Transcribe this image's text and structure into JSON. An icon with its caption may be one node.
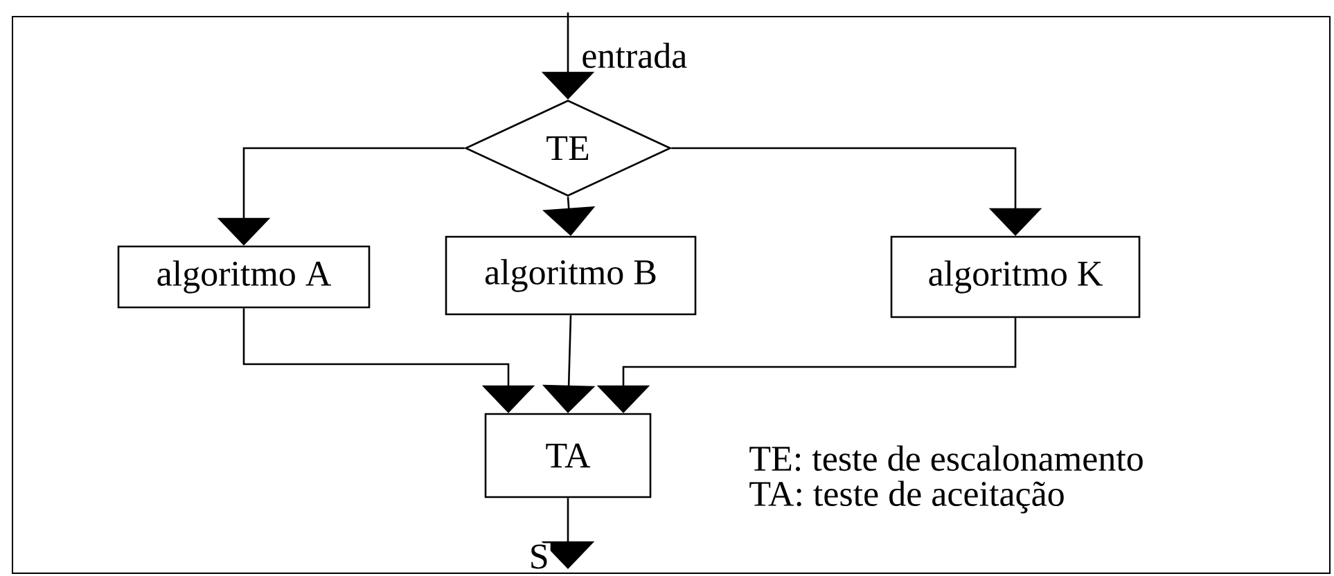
{
  "diagram": {
    "nodes": [
      {
        "text": [
          "TE"
        ]
      },
      {
        "text": [
          "algoritmo A"
        ]
      },
      {
        "text": [
          "algoritmo B"
        ]
      },
      {
        "text": [
          "algoritmo K"
        ]
      },
      {
        "text": [
          "TA"
        ]
      }
    ],
    "edges": [
      {
        "from": null,
        "to": 0,
        "arrow": "to",
        "label": "entrada"
      },
      {
        "from": 0,
        "to": 1,
        "arrow": "to"
      },
      {
        "from": 0,
        "to": 2,
        "arrow": "to"
      },
      {
        "from": 0,
        "to": 3,
        "arrow": "to"
      },
      {
        "from": 1,
        "to": 4,
        "arrow": "to"
      },
      {
        "from": 2,
        "to": 4,
        "arrow": "to"
      },
      {
        "from": 3,
        "to": 4,
        "arrow": "to"
      },
      {
        "from": 4,
        "to": null,
        "arrow": "to",
        "label": "S"
      }
    ],
    "labels": [
      "TE: teste de escalonamento",
      "TA: teste de aceitação"
    ]
  }
}
